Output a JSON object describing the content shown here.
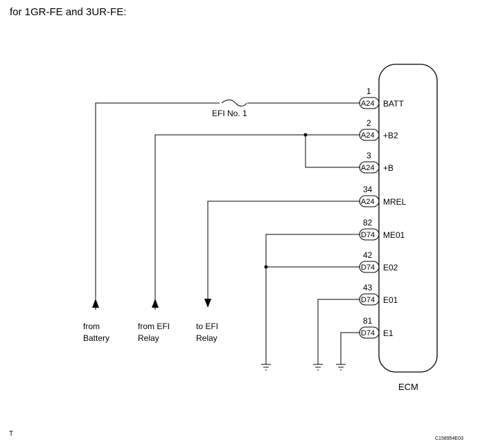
{
  "header": {
    "title": "for 1GR-FE and 3UR-FE:"
  },
  "ecm": {
    "label": "ECM"
  },
  "fuse": {
    "label": "EFI No. 1"
  },
  "pins": [
    {
      "pin": "1",
      "connector": "A24",
      "terminal": "BATT"
    },
    {
      "pin": "2",
      "connector": "A24",
      "terminal": "+B2"
    },
    {
      "pin": "3",
      "connector": "A24",
      "terminal": "+B"
    },
    {
      "pin": "34",
      "connector": "A24",
      "terminal": "MREL"
    },
    {
      "pin": "82",
      "connector": "D74",
      "terminal": "ME01"
    },
    {
      "pin": "42",
      "connector": "D74",
      "terminal": "E02"
    },
    {
      "pin": "43",
      "connector": "D74",
      "terminal": "E01"
    },
    {
      "pin": "81",
      "connector": "D74",
      "terminal": "E1"
    }
  ],
  "sources": [
    {
      "line1": "from",
      "line2": "Battery"
    },
    {
      "line1": "from EFI",
      "line2": "Relay"
    },
    {
      "line1": "to EFI",
      "line2": "Relay"
    }
  ],
  "footer": {
    "left_mark": "T",
    "code": "C158954E03"
  }
}
